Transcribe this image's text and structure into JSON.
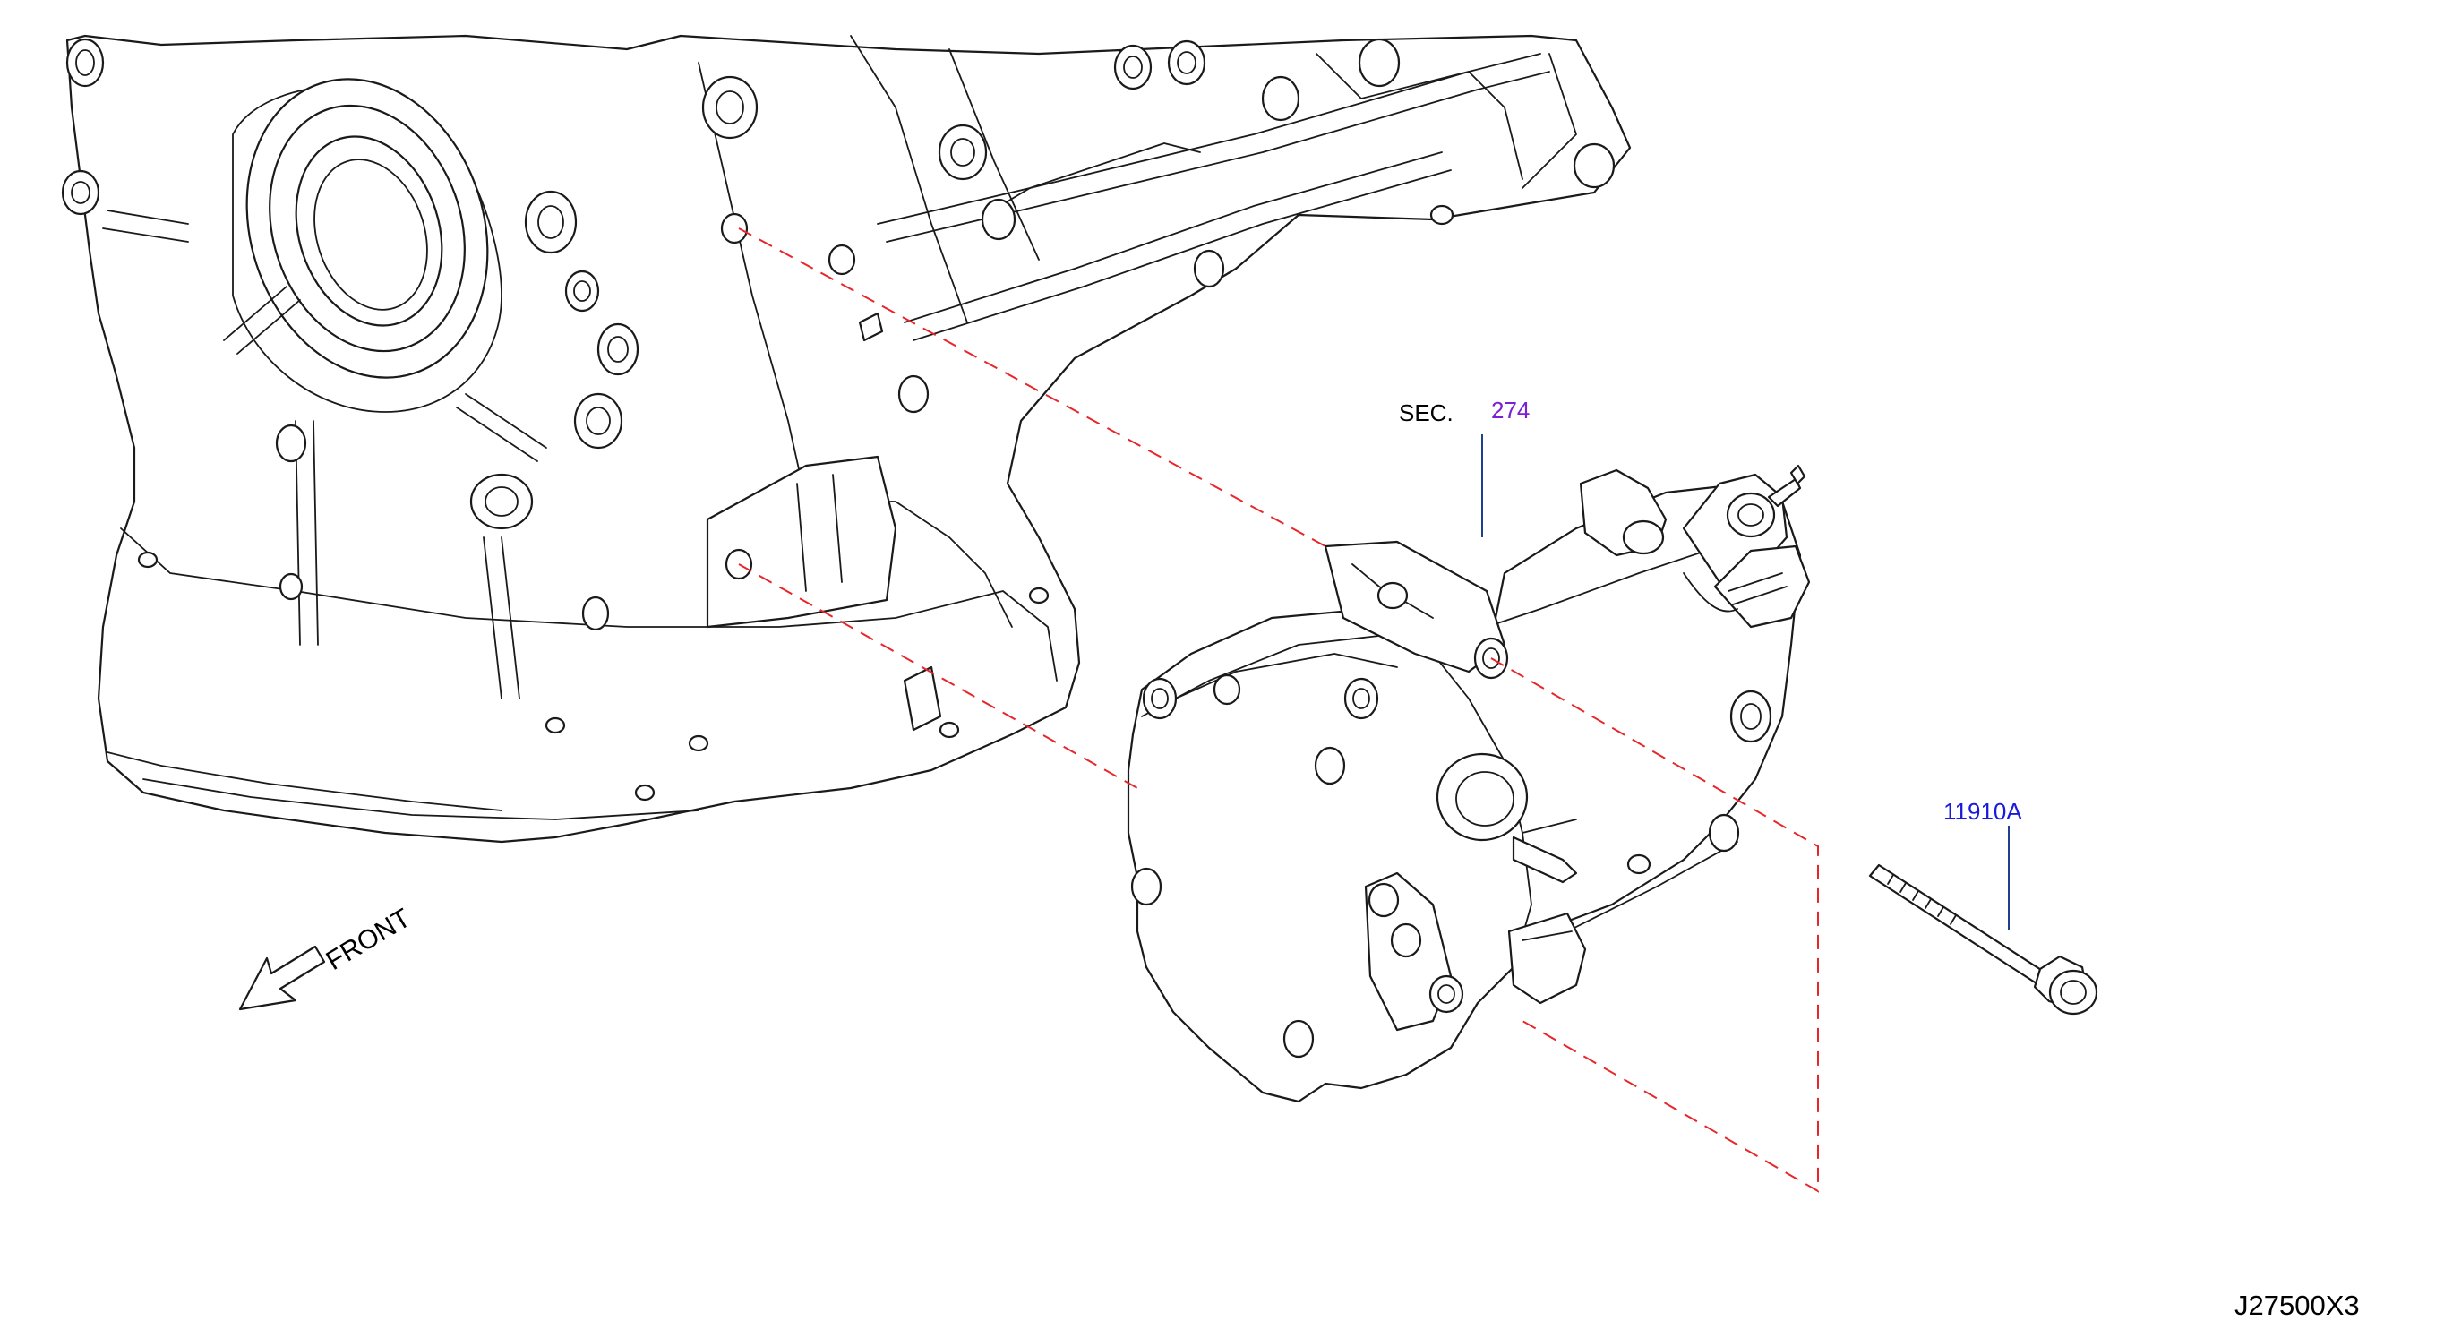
{
  "section_reference": {
    "prefix": "SEC.",
    "number": "274"
  },
  "part_callout": {
    "part_number": "11910A"
  },
  "orientation_marker": {
    "label": "FRONT"
  },
  "diagram_code": "J27500X3",
  "colors": {
    "line_art": "#1a1a1a",
    "dashed_alignment": "#e8262a",
    "section_number": "#7a1fd6",
    "part_number": "#1a1adb",
    "leader_line": "#1f3f8f"
  }
}
